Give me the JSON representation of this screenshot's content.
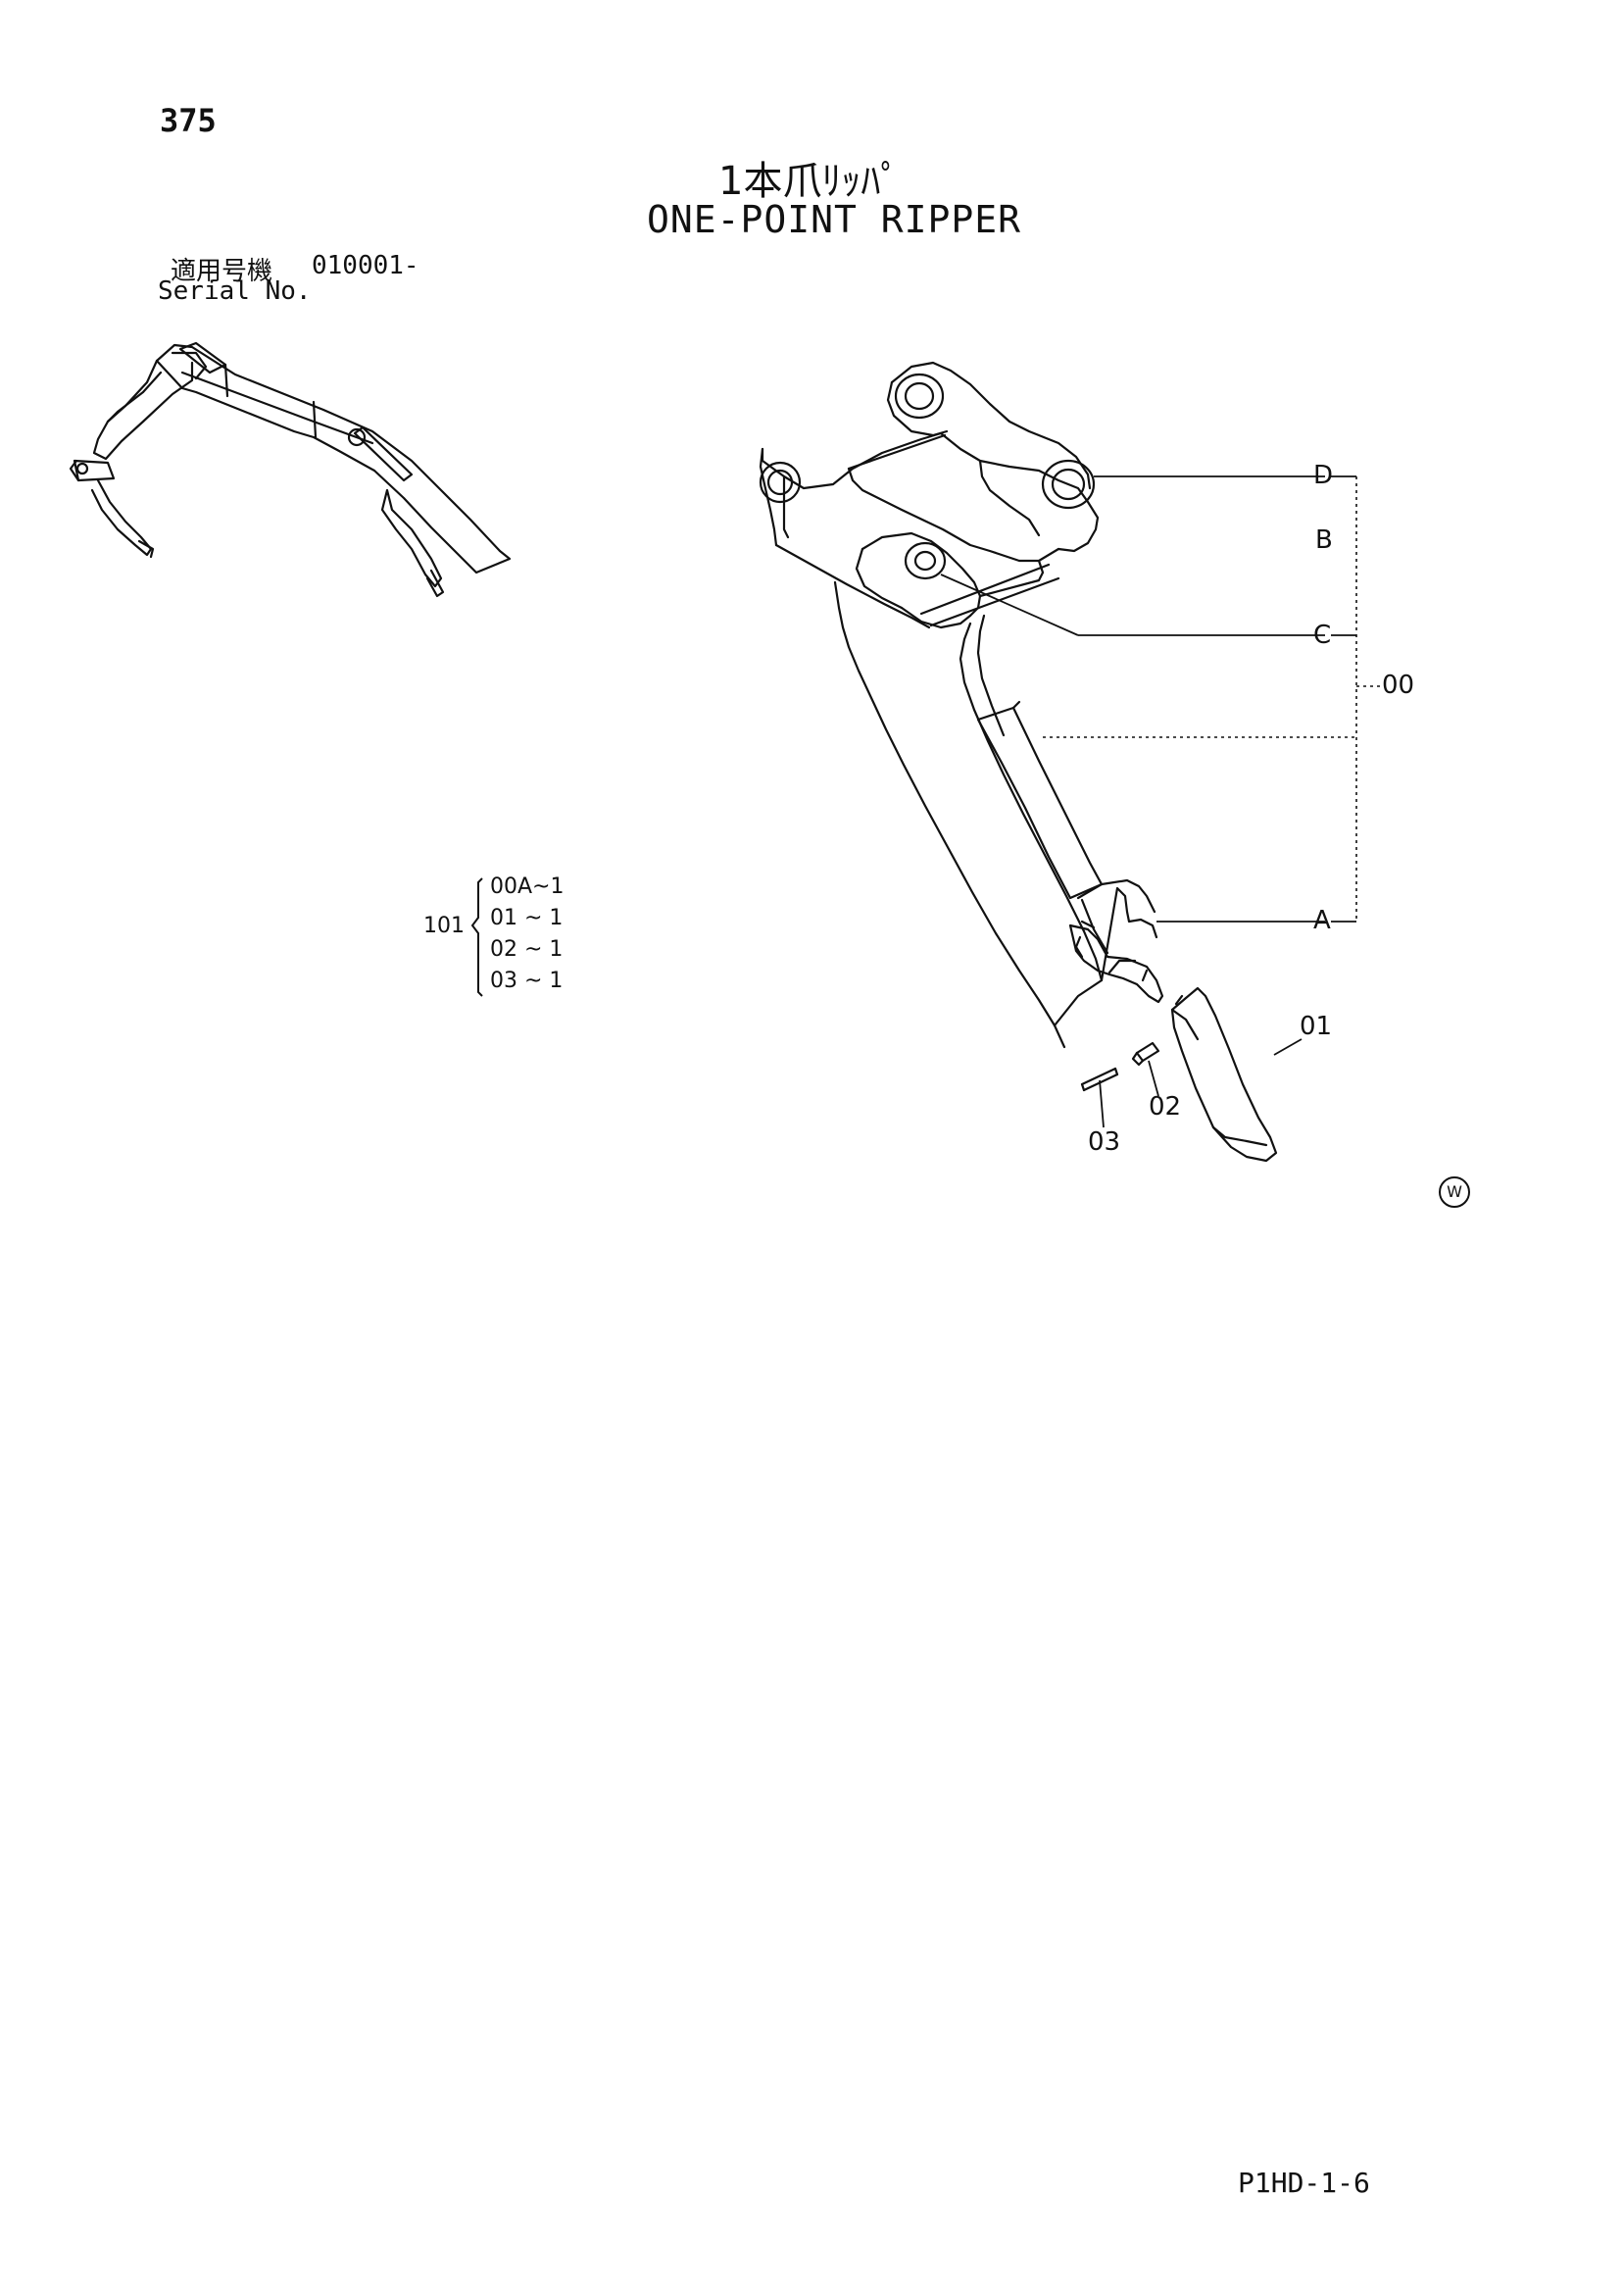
{
  "page": {
    "number": "375",
    "title_jp": "1本爪ﾘｯﾊﾟ",
    "title_en": "ONE-POINT RIPPER",
    "serial": {
      "label_jp": "適用号機",
      "value": "010001-",
      "label_en": "Serial No."
    },
    "footer_code": "P1HD-1-6",
    "marker": "W"
  },
  "callouts": {
    "D": "D",
    "B": "B",
    "C": "C",
    "group": "00",
    "A": "A",
    "p01": "01",
    "p02": "02",
    "p03": "03"
  },
  "legend": {
    "group_no": "101",
    "items": [
      "00A~1",
      "01 ~ 1",
      "02 ~ 1",
      "03 ~ 1"
    ]
  }
}
